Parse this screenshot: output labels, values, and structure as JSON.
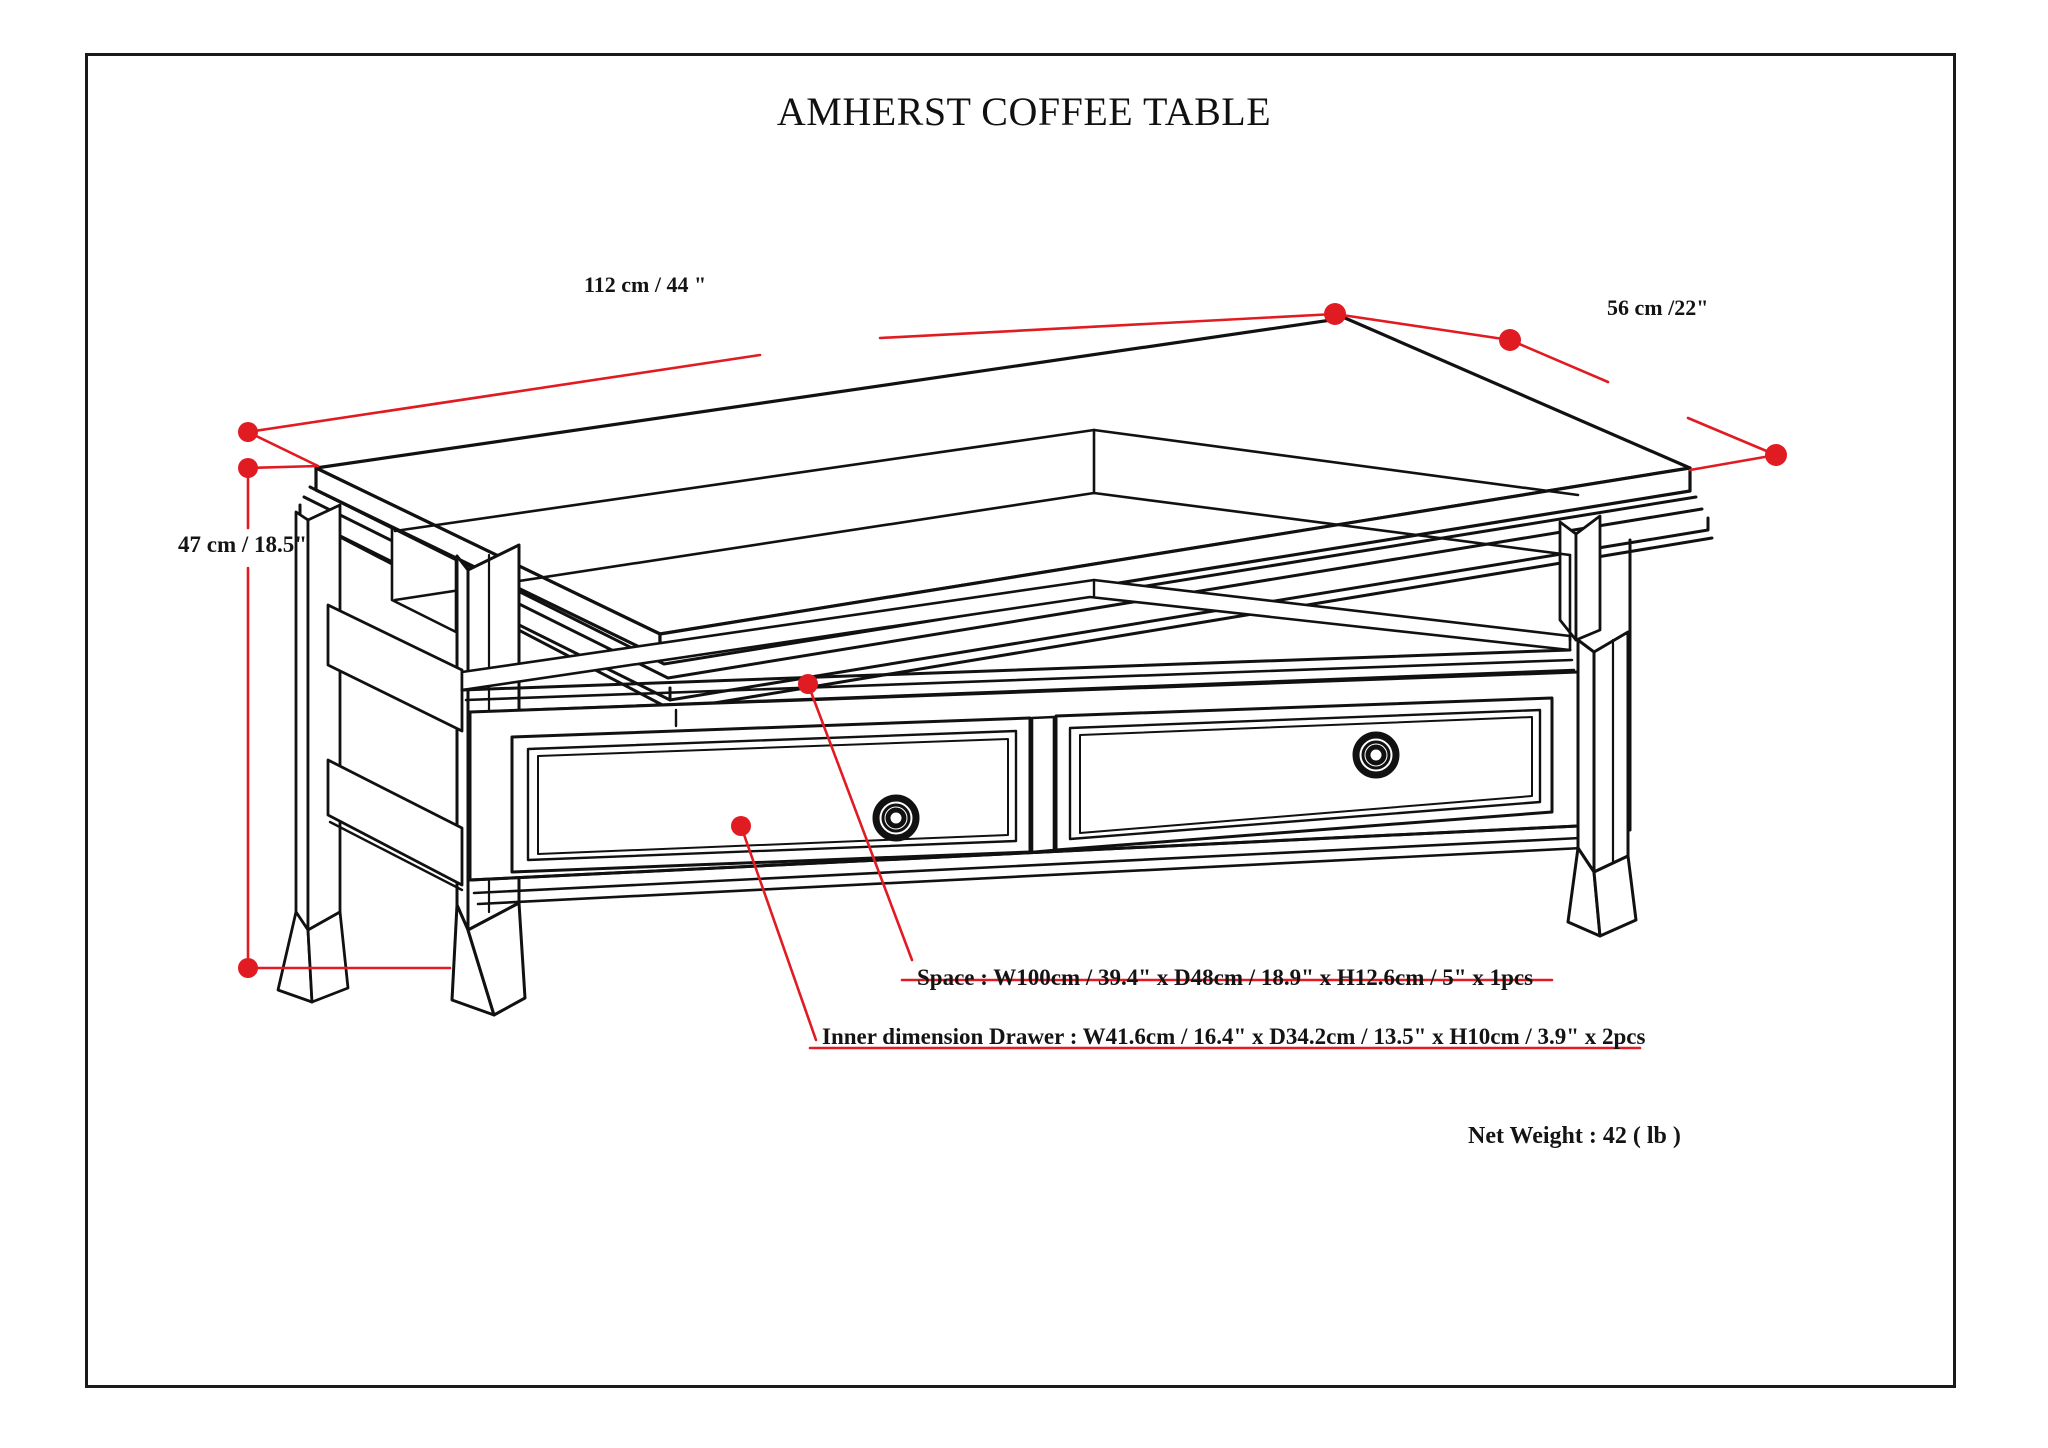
{
  "sheet": {
    "title": "AMHERST COFFEE TABLE"
  },
  "dimensions": {
    "width_label": "112 cm / 44 \"",
    "depth_label": "56 cm /22\"",
    "height_label": "47 cm / 18.5\""
  },
  "annotations": {
    "space": "Space : W100cm / 39.4\" x D48cm / 18.9\" x H12.6cm / 5\" x 1pcs",
    "inner_drawer": "Inner dimension Drawer : W41.6cm / 16.4\" x D34.2cm / 13.5\" x H10cm / 3.9\" x 2pcs"
  },
  "specs": {
    "net_weight": "Net Weight :  42 ( lb )"
  },
  "colors": {
    "dimension_red": "#e11b22",
    "line_black": "#111111",
    "sheet_white": "#ffffff"
  },
  "icons": {
    "drawer_pull": "ring-knob-icon",
    "dimension_marker": "red-dot-marker-icon"
  }
}
